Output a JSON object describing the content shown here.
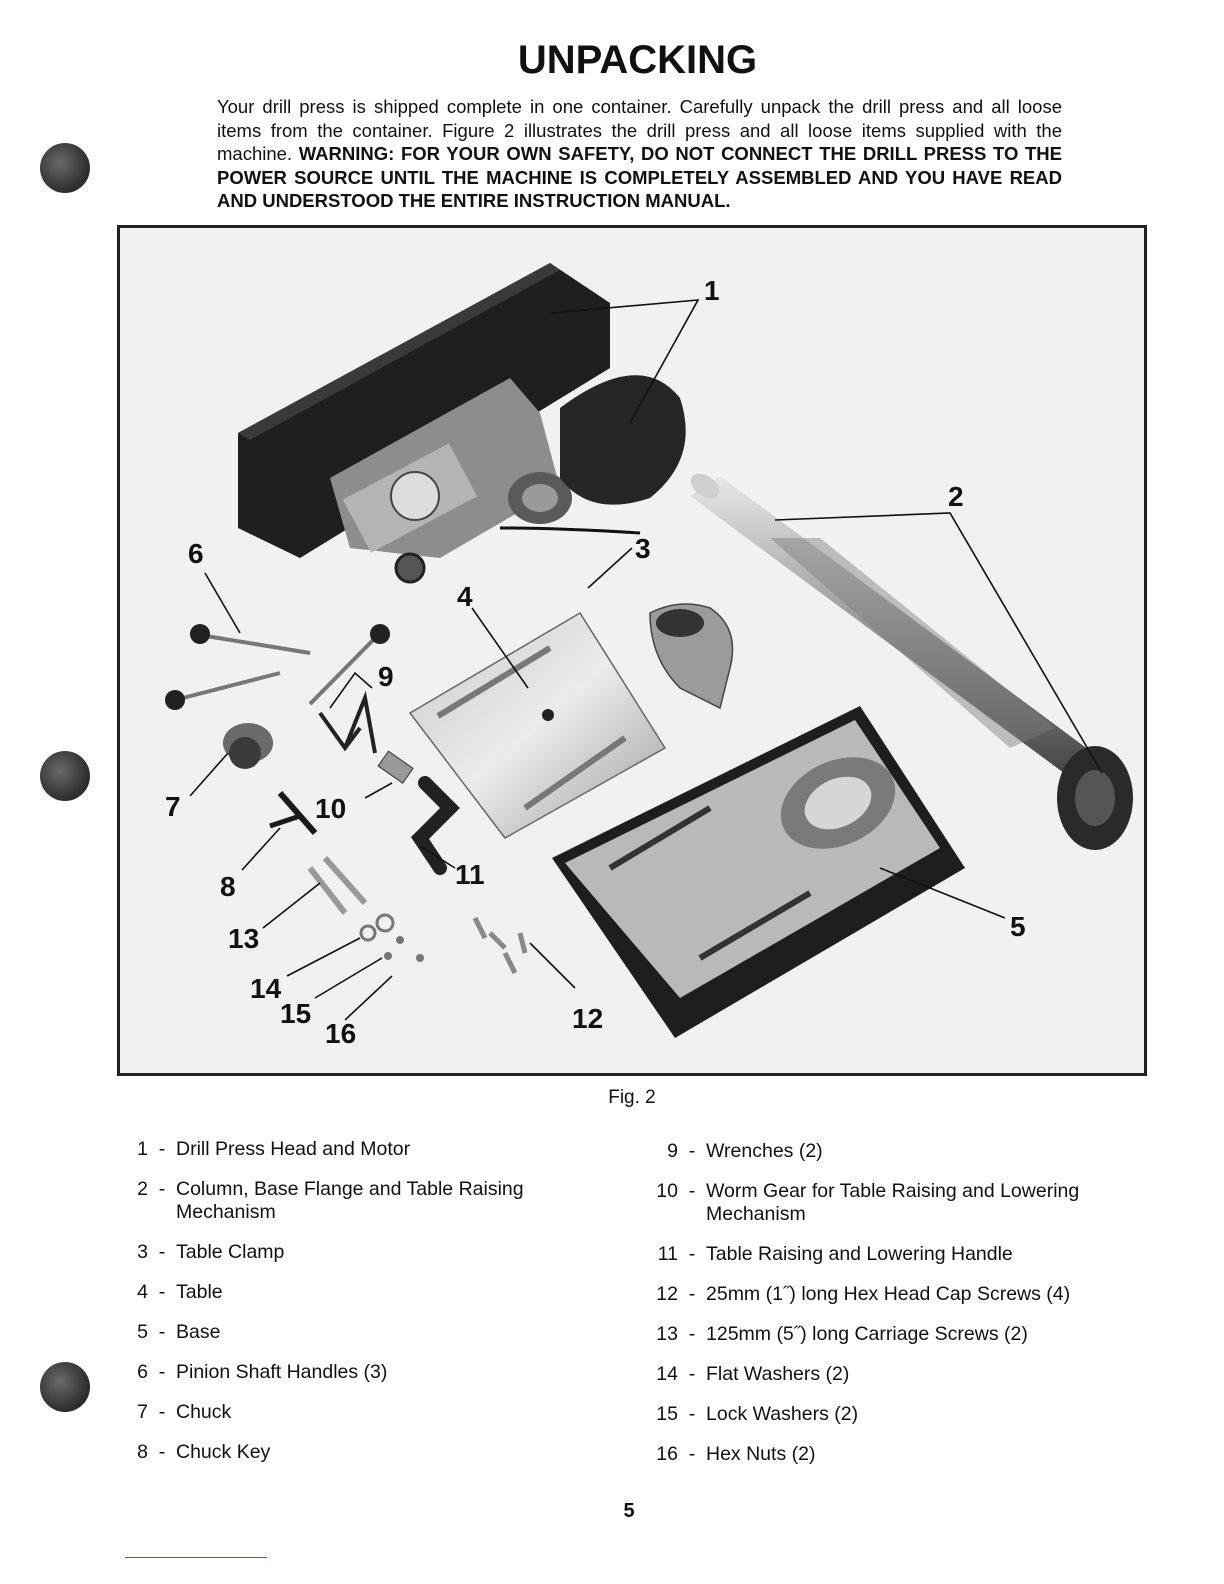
{
  "title": "UNPACKING",
  "intro": {
    "text": "Your drill press is shipped complete in one container. Carefully unpack the drill press and all loose items from the container. Figure 2 illustrates the drill press and all loose items supplied with the machine. ",
    "warning": "WARNING: FOR YOUR OWN SAFETY, DO NOT CONNECT THE DRILL PRESS TO THE POWER SOURCE UNTIL THE MACHINE IS COMPLETELY ASSEMBLED AND YOU HAVE READ AND UNDERSTOOD THE ENTIRE INSTRUCTION MANUAL."
  },
  "figure": {
    "callouts": [
      "1",
      "2",
      "3",
      "4",
      "5",
      "6",
      "7",
      "8",
      "9",
      "10",
      "11",
      "12",
      "13",
      "14",
      "15",
      "16"
    ],
    "caption": "Fig. 2"
  },
  "parts_left": [
    {
      "num": "1",
      "dash": "-",
      "label": "Drill Press Head and Motor"
    },
    {
      "num": "2",
      "dash": "-",
      "label": "Column, Base Flange and Table Raising Mechanism"
    },
    {
      "num": "3",
      "dash": "-",
      "label": "Table Clamp"
    },
    {
      "num": "4",
      "dash": "-",
      "label": "Table"
    },
    {
      "num": "5",
      "dash": "-",
      "label": "Base"
    },
    {
      "num": "6",
      "dash": "-",
      "label": "Pinion Shaft Handles (3)"
    },
    {
      "num": "7",
      "dash": "-",
      "label": "Chuck"
    },
    {
      "num": "8",
      "dash": "-",
      "label": "Chuck Key"
    }
  ],
  "parts_right": [
    {
      "num": "9",
      "dash": "-",
      "label": "Wrenches (2)"
    },
    {
      "num": "10",
      "dash": "-",
      "label": "Worm Gear for Table Raising and Lowering Mechanism"
    },
    {
      "num": "11",
      "dash": "-",
      "label": "Table Raising and Lowering Handle"
    },
    {
      "num": "12",
      "dash": "-",
      "label": "25mm (1˝) long Hex Head Cap Screws (4)"
    },
    {
      "num": "13",
      "dash": "-",
      "label": "125mm (5˝) long Carriage Screws (2)"
    },
    {
      "num": "14",
      "dash": "-",
      "label": "Flat Washers (2)"
    },
    {
      "num": "15",
      "dash": "-",
      "label": "Lock Washers (2)"
    },
    {
      "num": "16",
      "dash": "-",
      "label": "Hex Nuts (2)"
    }
  ],
  "page_number": "5"
}
